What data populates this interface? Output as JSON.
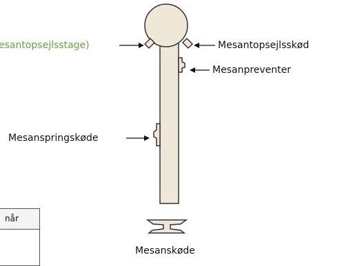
{
  "labels": {
    "stage": "esantopsejlsstage)",
    "top_sheet": "Mesantopsejlsskød",
    "preventer": "Mesanpreventer",
    "spring_sheet": "Mesanspringskøde",
    "base_sheet": "Mesanskøde"
  },
  "table": {
    "header": "når"
  },
  "colors": {
    "mast_fill": "#efe7d8",
    "outline": "#333333",
    "green_label": "#5fa83a",
    "text": "#111111"
  }
}
